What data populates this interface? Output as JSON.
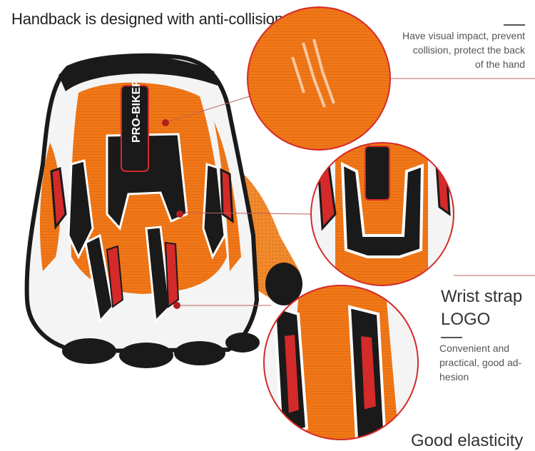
{
  "headline": "Handback is designed with anti-collision gel bone.",
  "callouts": {
    "impact": {
      "lines": [
        "Have visual impact, prevent",
        "collision, protect the back",
        "of the hand"
      ]
    },
    "wrist": {
      "title_lines": [
        "Wrist strap",
        "LOGO"
      ],
      "desc_lines": [
        "Convenient and",
        "practical, good ad-",
        "hesion"
      ]
    },
    "elastic": {
      "title": "Good elasticity"
    }
  },
  "brand_logo": "PRO-BIKER",
  "colors": {
    "orange": "#f07818",
    "dark_orange": "#d85a08",
    "white": "#f4f4f4",
    "black": "#1a1a1a",
    "red": "#d42a2a",
    "accent_line": "#c06060"
  }
}
